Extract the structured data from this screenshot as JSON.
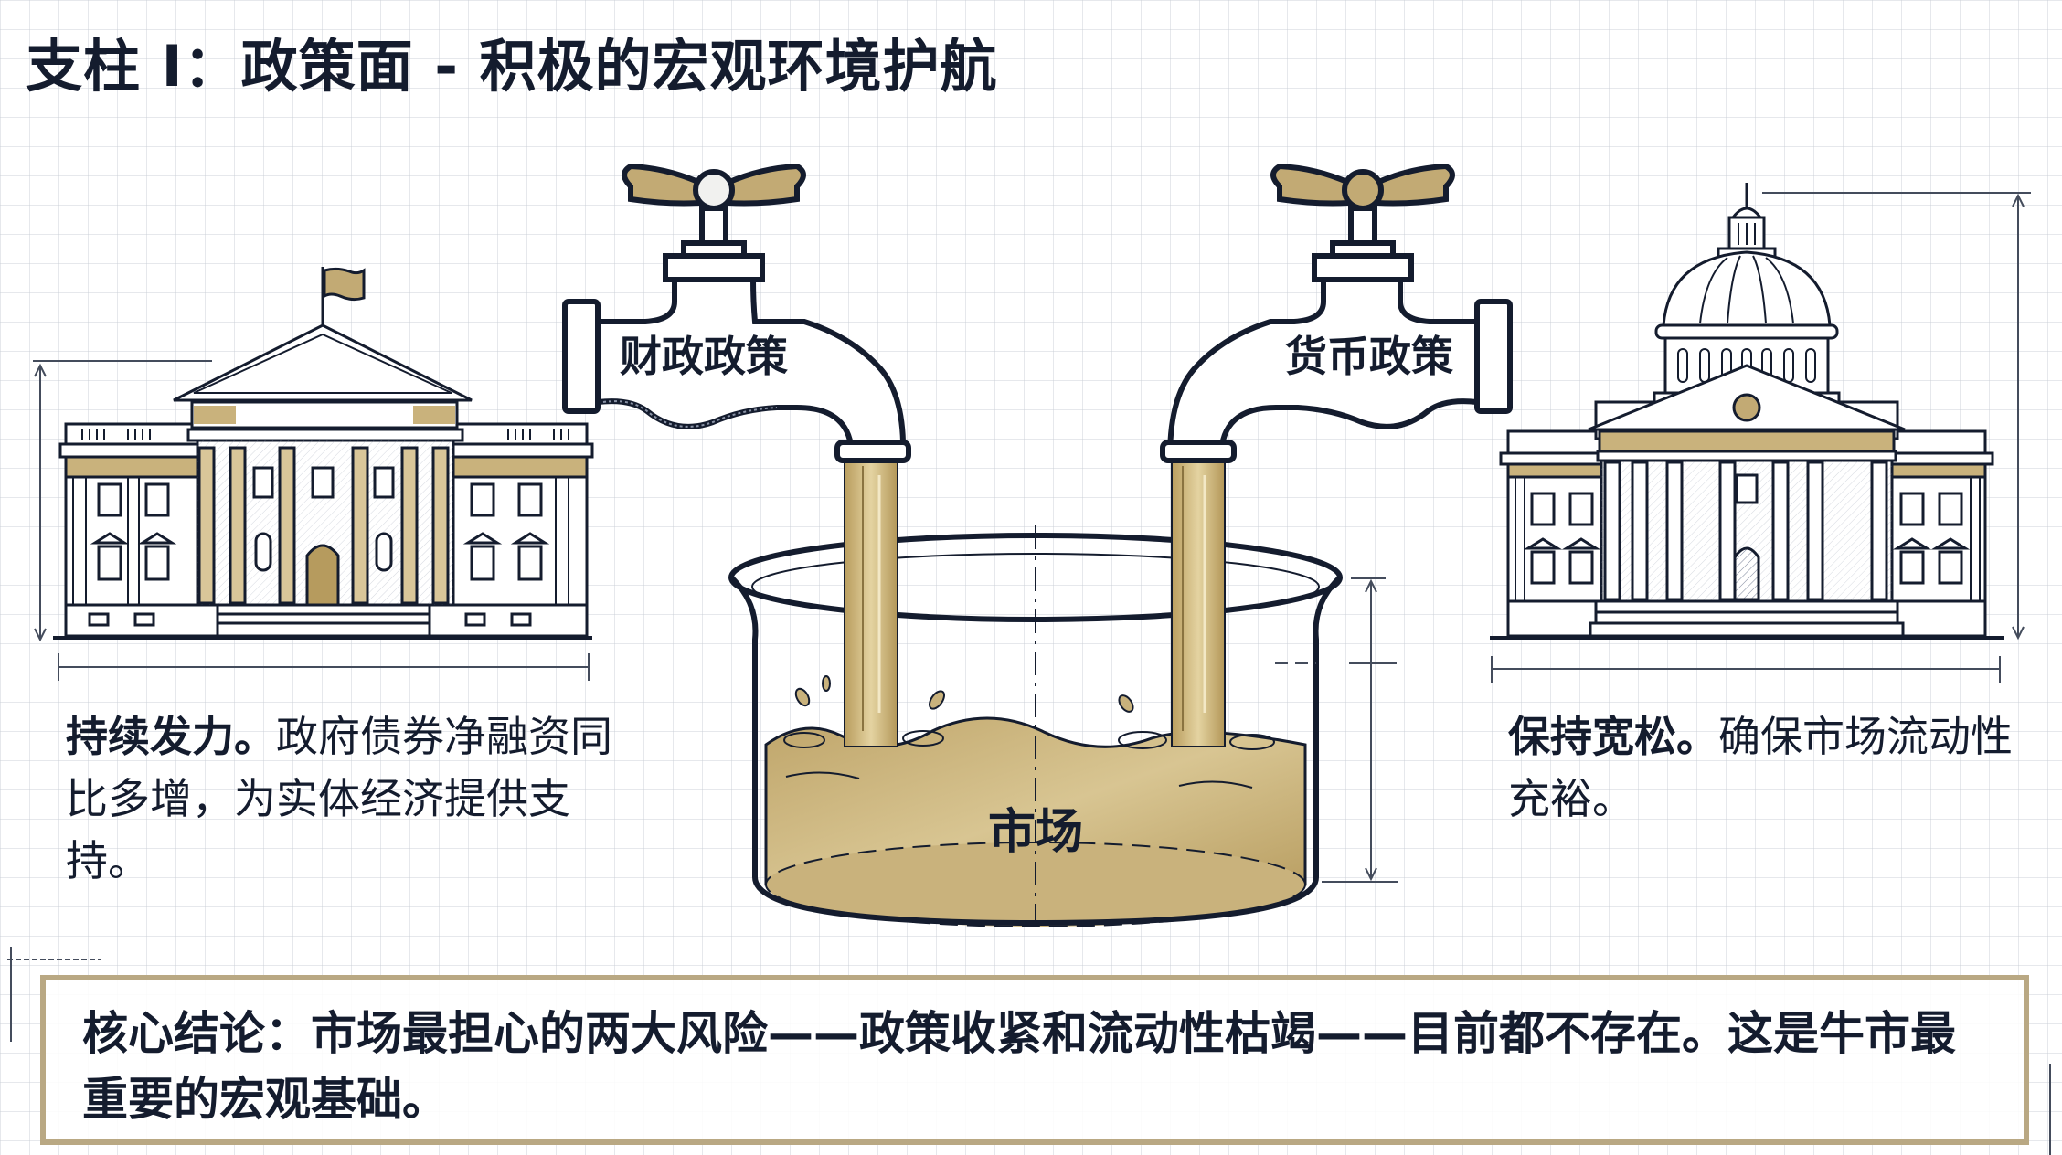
{
  "title": "支柱 I：政策面 - 积极的宏观环境护航",
  "faucets": {
    "left_label": "财政政策",
    "right_label": "货币政策"
  },
  "beaker": {
    "label": "市场"
  },
  "left_description": {
    "lead": "持续发力。",
    "body": "政府债券净融资同比多增，为实体经济提供支持。"
  },
  "right_description": {
    "lead": "保持宽松。",
    "body": "确保市场流动性充裕。"
  },
  "conclusion": {
    "text": "核心结论：市场最担心的两大风险——政策收紧和流动性枯竭——目前都不存在。这是牛市最重要的宏观基础。"
  },
  "colors": {
    "ink": "#141c2e",
    "gold": "#c2aa74",
    "liquid": "#c7b07a",
    "frame": "#b9a883",
    "grid": "#dfe2e7"
  }
}
